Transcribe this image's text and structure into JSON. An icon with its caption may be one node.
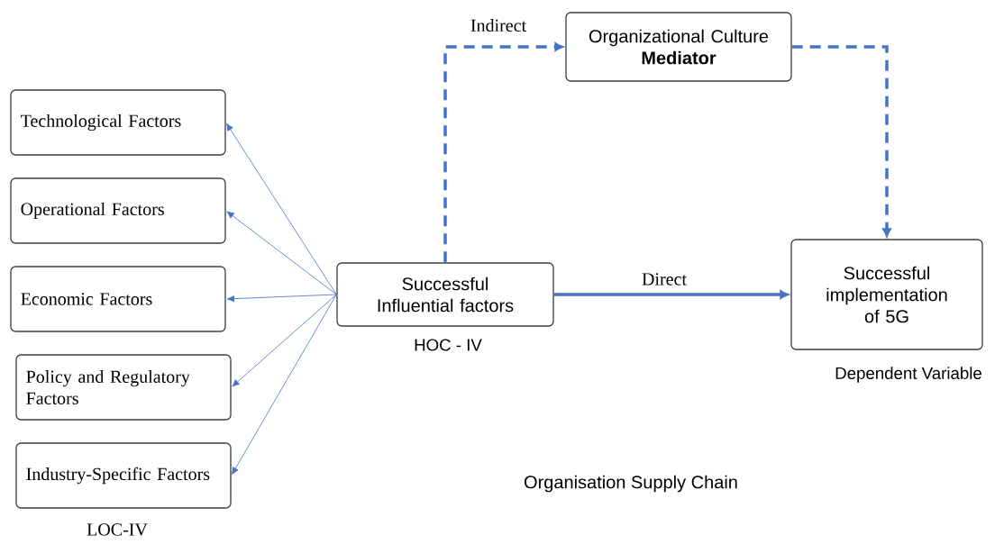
{
  "diagram": {
    "nodes": [
      {
        "text": [
          "Technological Factors"
        ]
      },
      {
        "text": [
          "Operational Factors"
        ]
      },
      {
        "text": [
          "Economic Factors"
        ]
      },
      {
        "text": [
          "Policy and Regulatory Factors"
        ]
      },
      {
        "text": [
          "Industry-Specific Factors"
        ]
      },
      {
        "text": [
          "Successful Influential factors"
        ],
        "beside": [
          "HOC - IV"
        ]
      },
      {
        "text": [
          "Organizational Culture",
          "Mediator"
        ]
      },
      {
        "text": [
          "Successful implementation of 5G"
        ],
        "beside": [
          "Dependent Variable"
        ]
      }
    ],
    "edges": [
      {
        "from": 5,
        "to": 0,
        "arrow": "to"
      },
      {
        "from": 5,
        "to": 1,
        "arrow": "to"
      },
      {
        "from": 5,
        "to": 2,
        "arrow": "to"
      },
      {
        "from": 5,
        "to": 3,
        "arrow": "to"
      },
      {
        "from": 5,
        "to": 4,
        "arrow": "to"
      },
      {
        "from": 5,
        "to": 6,
        "arrow": "to",
        "label": "Indirect",
        "style": "dashed"
      },
      {
        "from": 6,
        "to": 7,
        "arrow": "to",
        "style": "dashed"
      },
      {
        "from": 5,
        "to": 7,
        "arrow": "to",
        "label": "Direct",
        "style": "thick"
      }
    ],
    "labels": [
      "LOC-IV",
      "Organisation Supply Chain"
    ]
  }
}
